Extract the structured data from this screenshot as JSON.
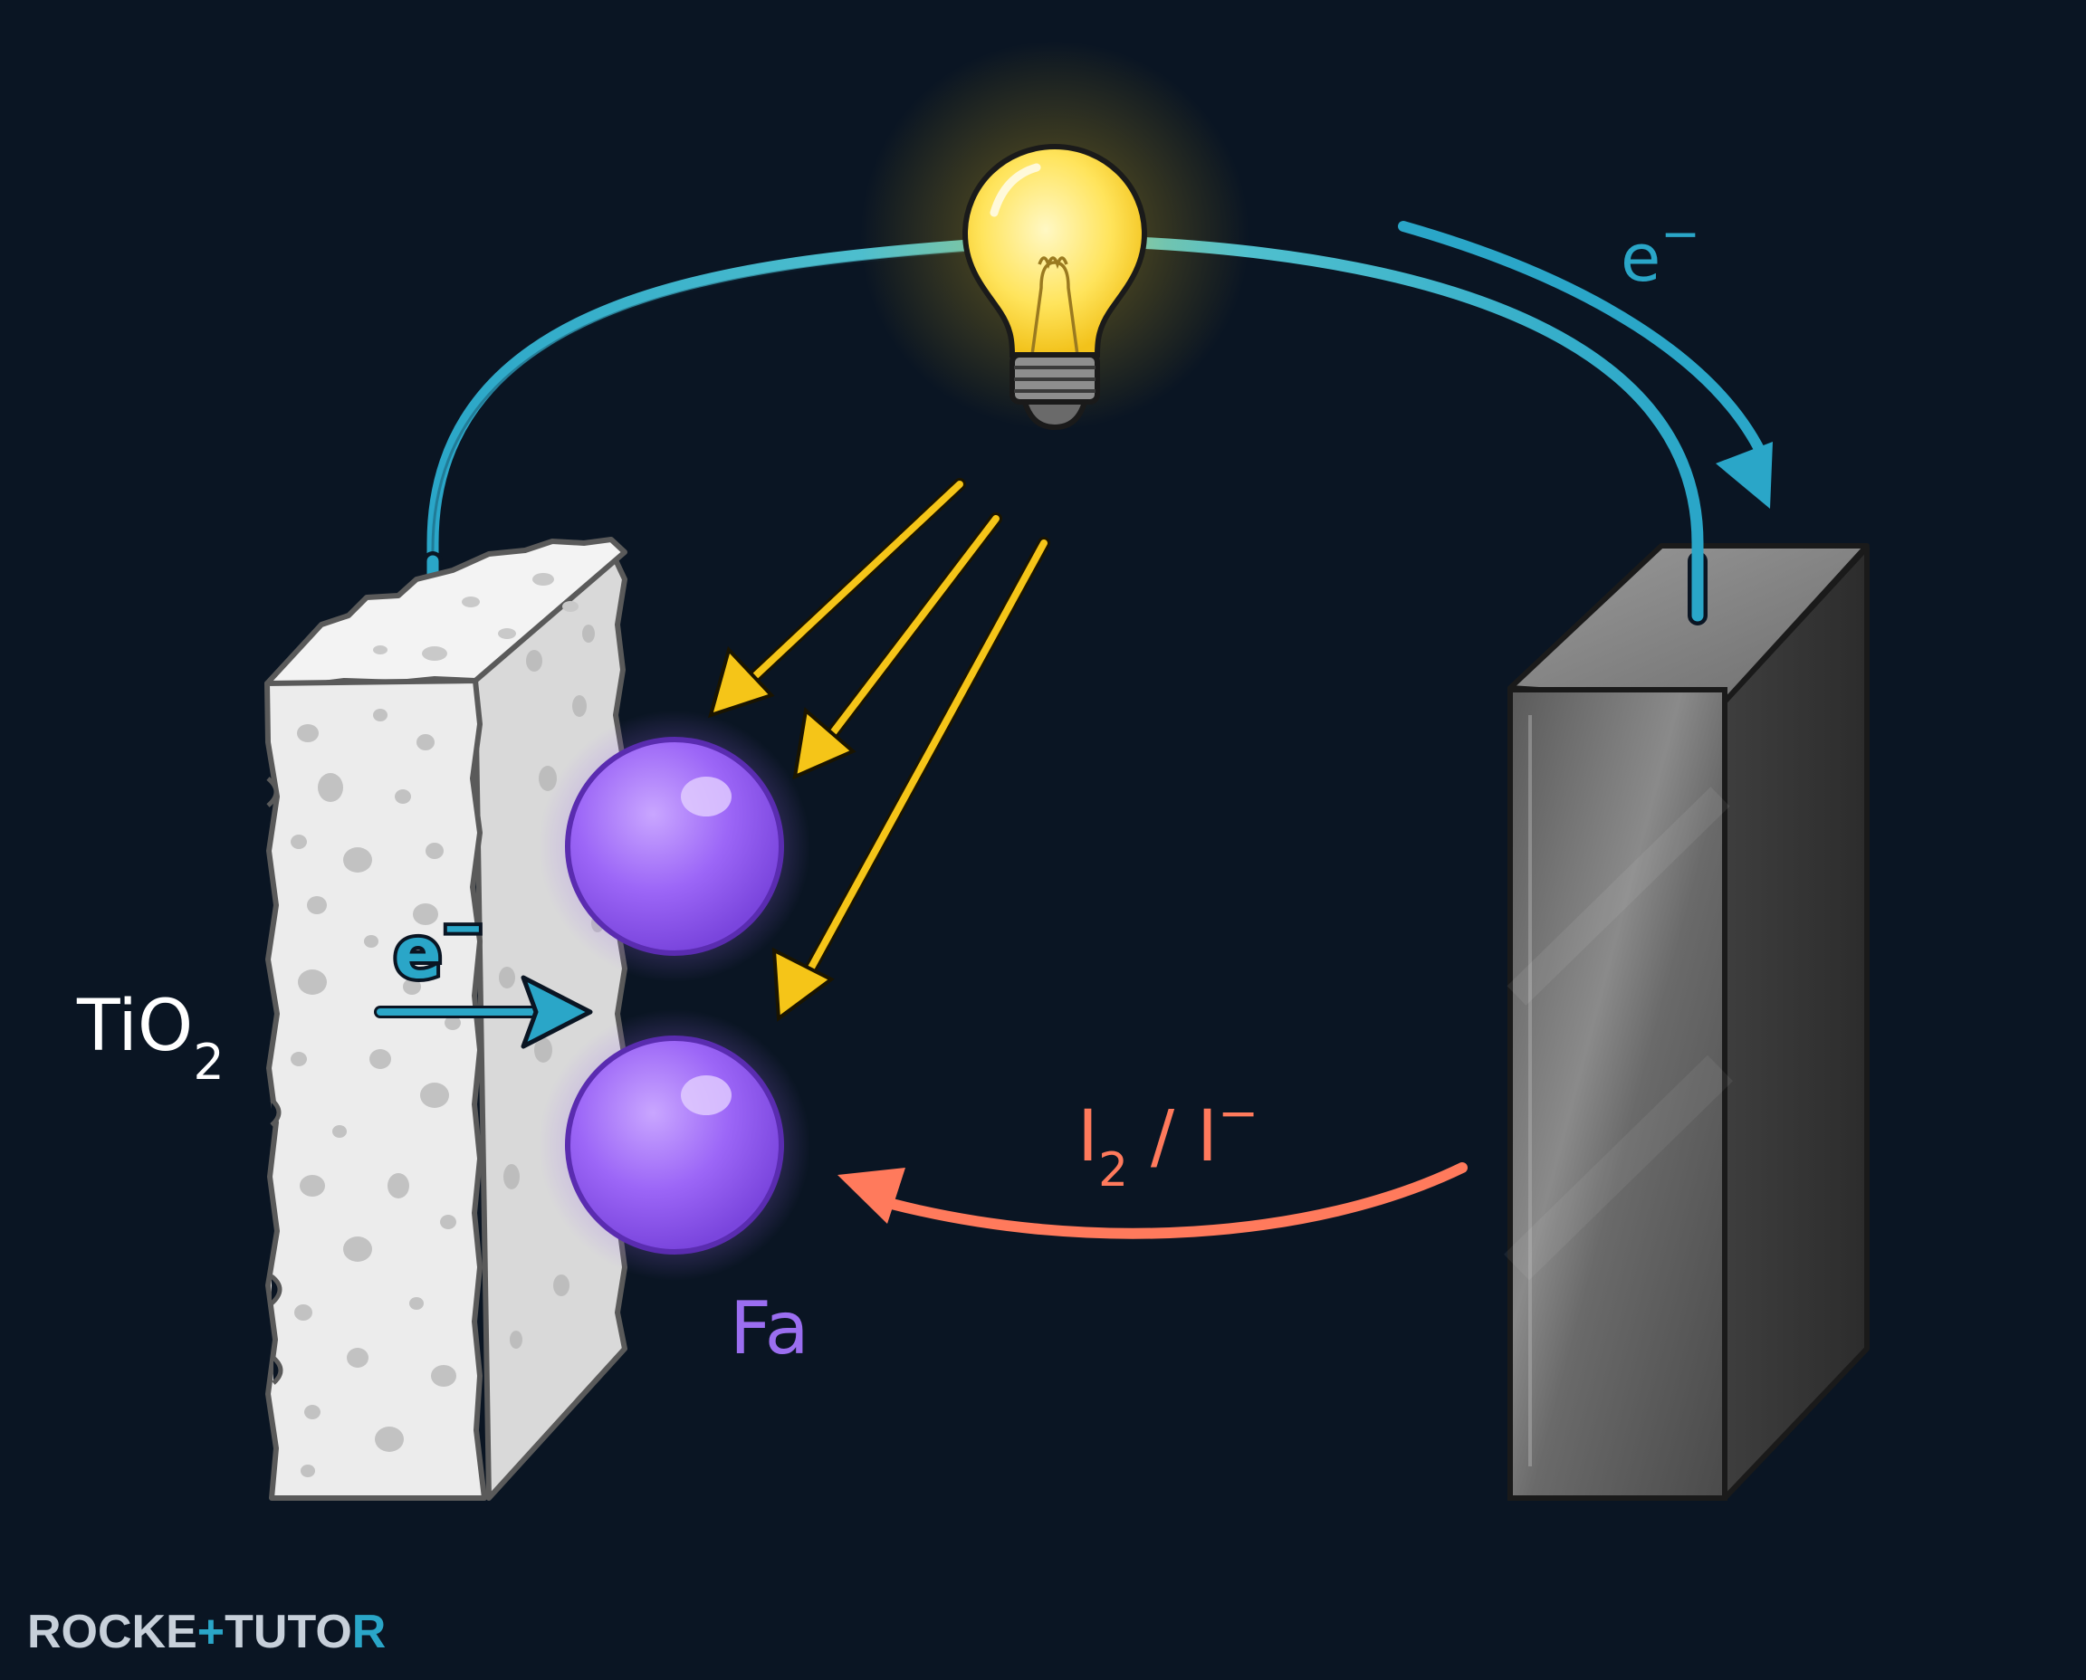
{
  "labels": {
    "tio2_main": "TiO",
    "tio2_sub": "2",
    "electron_inner_base": "e",
    "electron_inner_sup": "−",
    "electron_outer_base": "e",
    "electron_outer_sup": "−",
    "redox_i": "I",
    "redox_sub": "2",
    "redox_rest": " / I",
    "redox_sup": "−",
    "dye": "Fa"
  },
  "watermark": {
    "part1": "ROCKE",
    "plus": "+",
    "part2": "TUTO",
    "part3": "R"
  },
  "colors": {
    "background": "#0a1523",
    "circuit_wire": "#2aa6c8",
    "light_rays": "#f5c518",
    "dye_molecule": "#a06cf5",
    "dye_label": "#9b6ef0",
    "redox_arrow": "#ff7a5c",
    "electron_label": "#2aa6c8",
    "tio2_block": "#ececec",
    "counter_electrode": "#6a6a6a"
  }
}
